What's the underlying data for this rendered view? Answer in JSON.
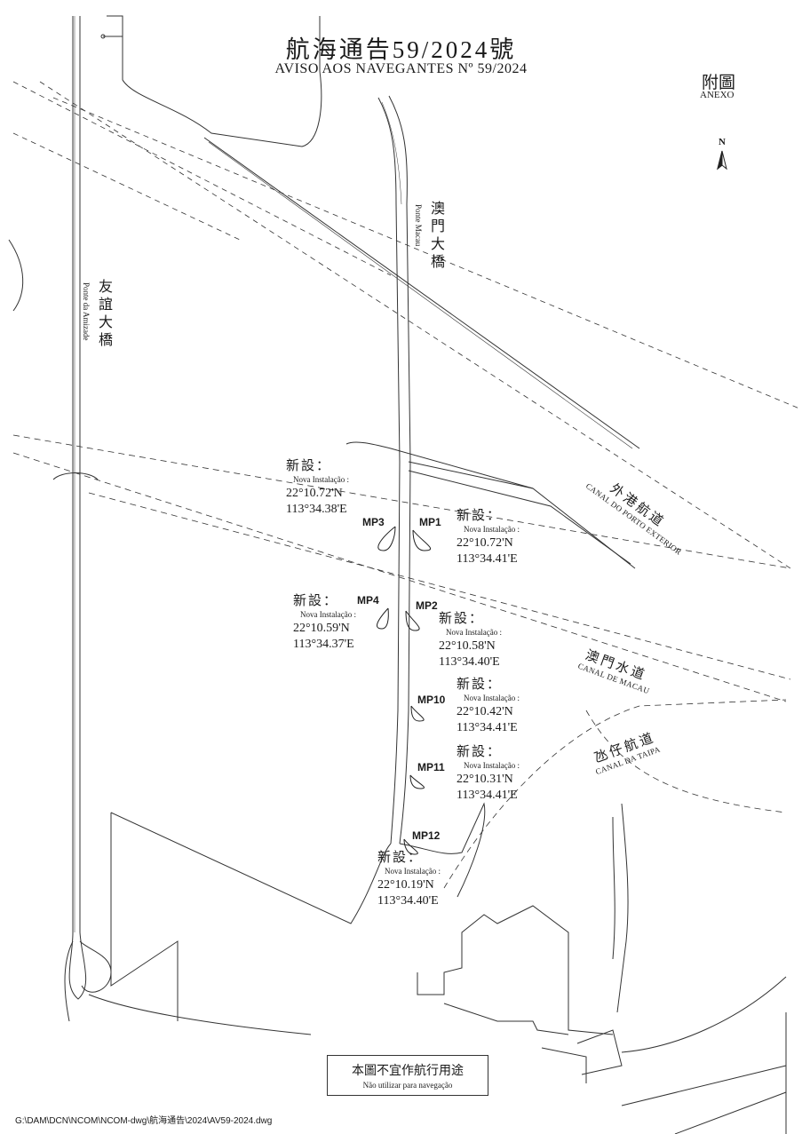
{
  "title": {
    "zh": "航海通告59/2024號",
    "pt": "AVISO AOS NAVEGANTES Nº 59/2024"
  },
  "annex": {
    "zh": "附圖",
    "pt": "ANEXO"
  },
  "north_label": "N",
  "bridges": [
    {
      "zh": "澳門大橋",
      "pt": "Ponte Macau"
    },
    {
      "zh": "友誼大橋",
      "pt": "Ponte da Amizade"
    }
  ],
  "channels": [
    {
      "zh": "外港航道",
      "pt": "CANAL DO PORTO EXTERIOR"
    },
    {
      "zh": "澳門水道",
      "pt": "CANAL DE MACAU"
    },
    {
      "zh": "氹仔航道",
      "pt": "CANAL DA TAIPA"
    }
  ],
  "markers": [
    "MP1",
    "MP2",
    "MP3",
    "MP4",
    "MP10",
    "MP11",
    "MP12"
  ],
  "note_heading": {
    "zh": "新設：",
    "pt": "Nova Instalação :"
  },
  "installations": [
    {
      "marker": "MP3",
      "lat": "22°10.72'N",
      "lon": "113°34.38'E"
    },
    {
      "marker": "MP1",
      "lat": "22°10.72'N",
      "lon": "113°34.41'E"
    },
    {
      "marker": "MP4",
      "lat": "22°10.59'N",
      "lon": "113°34.37'E"
    },
    {
      "marker": "MP2",
      "lat": "22°10.58'N",
      "lon": "113°34.40'E"
    },
    {
      "marker": "MP10",
      "lat": "22°10.42'N",
      "lon": "113°34.41'E"
    },
    {
      "marker": "MP11",
      "lat": "22°10.31'N",
      "lon": "113°34.41'E"
    },
    {
      "marker": "MP12",
      "lat": "22°10.19'N",
      "lon": "113°34.40'E"
    }
  ],
  "disclaimer": {
    "zh": "本圖不宜作航行用途",
    "pt": "Não utilizar para navegação"
  },
  "file_path": "G:\\DAM\\DCN\\NCOM\\NCOM-dwg\\航海通告\\2024\\AV59-2024.dwg"
}
